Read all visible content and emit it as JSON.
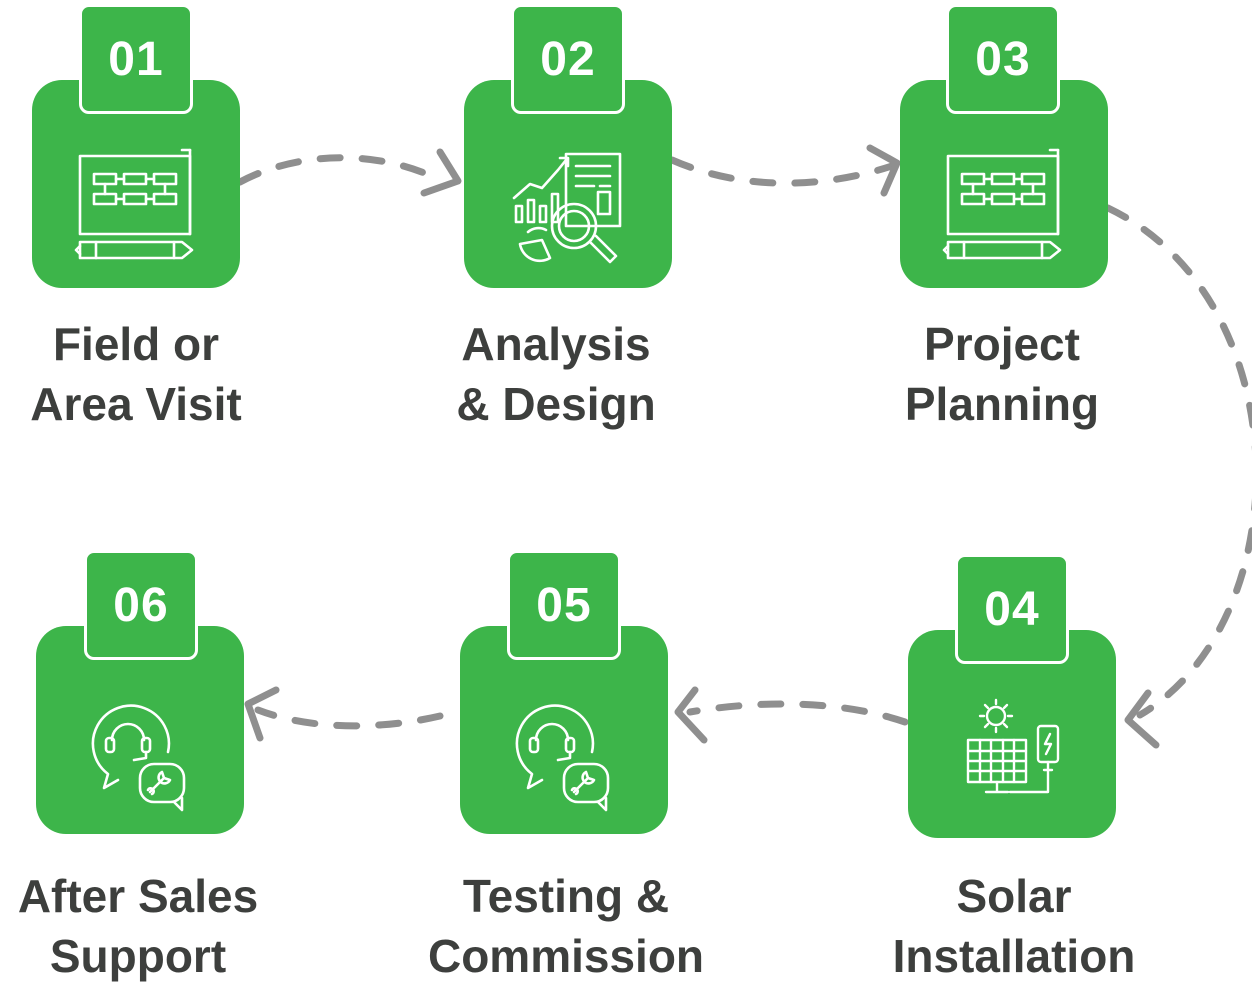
{
  "colors": {
    "accent": "#3db54a",
    "text": "#3d3f3d",
    "connector": "#8f8f8f"
  },
  "steps": [
    {
      "number": "01",
      "line1": "Field or",
      "line2": "Area Visit",
      "icon": "blueprint-icon"
    },
    {
      "number": "02",
      "line1": "Analysis",
      "line2": "& Design",
      "icon": "data-analysis-icon"
    },
    {
      "number": "03",
      "line1": "Project",
      "line2": "Planning",
      "icon": "blueprint-icon"
    },
    {
      "number": "04",
      "line1": "Solar",
      "line2": "Installation",
      "icon": "solar-panel-icon"
    },
    {
      "number": "05",
      "line1": "Testing &",
      "line2": "Commission",
      "icon": "support-tools-icon"
    },
    {
      "number": "06",
      "line1": "After Sales",
      "line2": "Support",
      "icon": "support-tools-icon"
    }
  ]
}
